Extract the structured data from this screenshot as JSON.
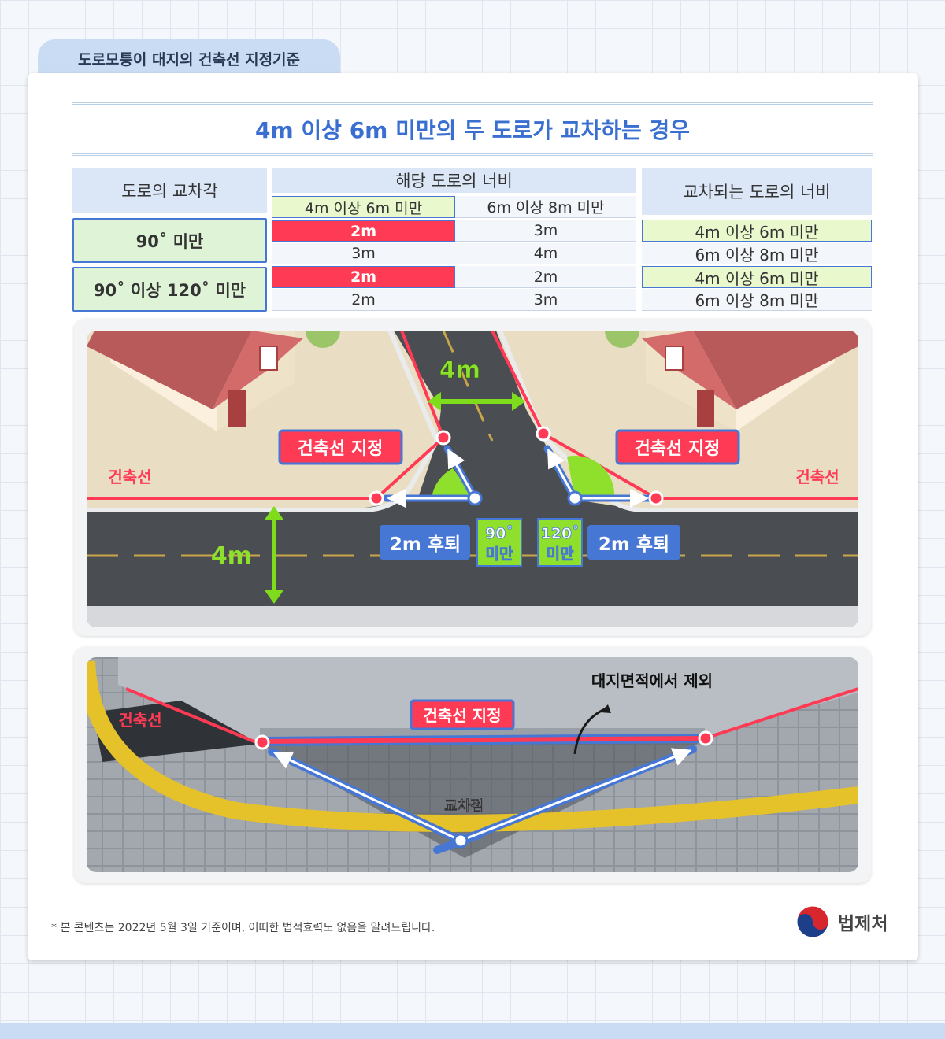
{
  "tab": {
    "label": "도로모퉁이 대지의 건축선 지정기준"
  },
  "title": "4m 이상 6m 미만의 두 도로가 교차하는 경우",
  "table": {
    "angle_header": "도로의 교차각",
    "width_header": "해당 도로의 너비",
    "width_sub1": "4m 이상 6m 미만",
    "width_sub2": "6m 이상 8m 미만",
    "cross_header": "교차되는 도로의 너비",
    "row1_label": "90˚ 미만",
    "row2_label": "90˚ 이상 120˚ 미만",
    "rows": [
      {
        "a": "2m",
        "b": "3m",
        "c": "4m 이상 6m 미만"
      },
      {
        "a": "3m",
        "b": "4m",
        "c": "6m 이상 8m 미만"
      },
      {
        "a": "2m",
        "b": "2m",
        "c": "4m 이상 6m 미만"
      },
      {
        "a": "2m",
        "b": "3m",
        "c": "6m 이상 8m 미만"
      }
    ]
  },
  "diagram": {
    "road_top_width": "4m",
    "road_left_width": "4m",
    "designation_left": "건축선 지정",
    "designation_right": "건축선 지정",
    "building_line_left": "건축선",
    "building_line_right": "건축선",
    "setback_left": "2m 후퇴",
    "setback_right": "2m 후퇴",
    "angle_left_1": "90˚",
    "angle_left_2": "미만",
    "angle_right_1": "120˚",
    "angle_right_2": "미만"
  },
  "photo": {
    "building_line": "건축선",
    "designation": "건축선 지정",
    "excluded": "대지면적에서 제외",
    "intersection": "교차점"
  },
  "footnote": "* 본 콘텐츠는 2022년 5월 3일 기준이며, 어떠한 법적효력도 없음을 알려드립니다.",
  "logo": {
    "name": "법제처"
  },
  "colors": {
    "accent_blue": "#3a6fd1",
    "red": "#ff3a55",
    "green": "#8ee02c"
  }
}
